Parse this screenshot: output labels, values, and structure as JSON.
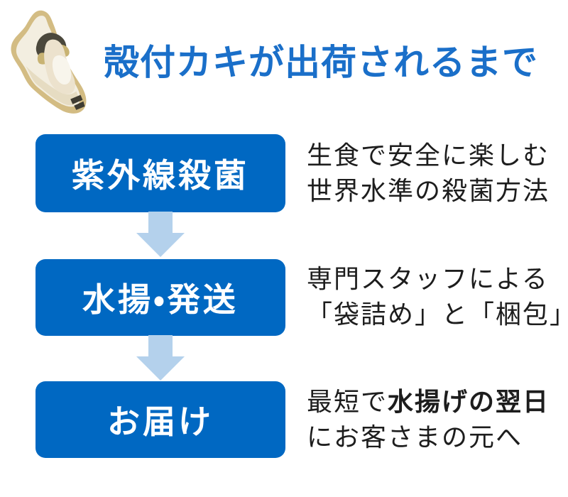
{
  "header": {
    "title": "殻付カキが出荷されるまで"
  },
  "steps": [
    {
      "label": "紫外線殺菌",
      "desc_line1": "生食で安全に楽しむ",
      "desc_line2": "世界水準の殺菌方法"
    },
    {
      "label": "水揚・発送",
      "desc_line1": "専門スタッフによる",
      "desc_line2": "「袋詰め」と「梱包」"
    },
    {
      "label": "お届け",
      "desc_line1_normal": "最短で",
      "desc_line1_bold": "水揚げの翌日",
      "desc_line2": "にお客さまの元へ"
    }
  ],
  "icons": {
    "oyster": "oyster-illustration",
    "down_arrow": "down-arrow"
  },
  "colors": {
    "title_blue": "#1a6fc9",
    "box_blue": "#0068c2",
    "arrow_blue": "#b4d1ec",
    "text_dark": "#1d1d1d",
    "box_text": "#ffffff"
  }
}
